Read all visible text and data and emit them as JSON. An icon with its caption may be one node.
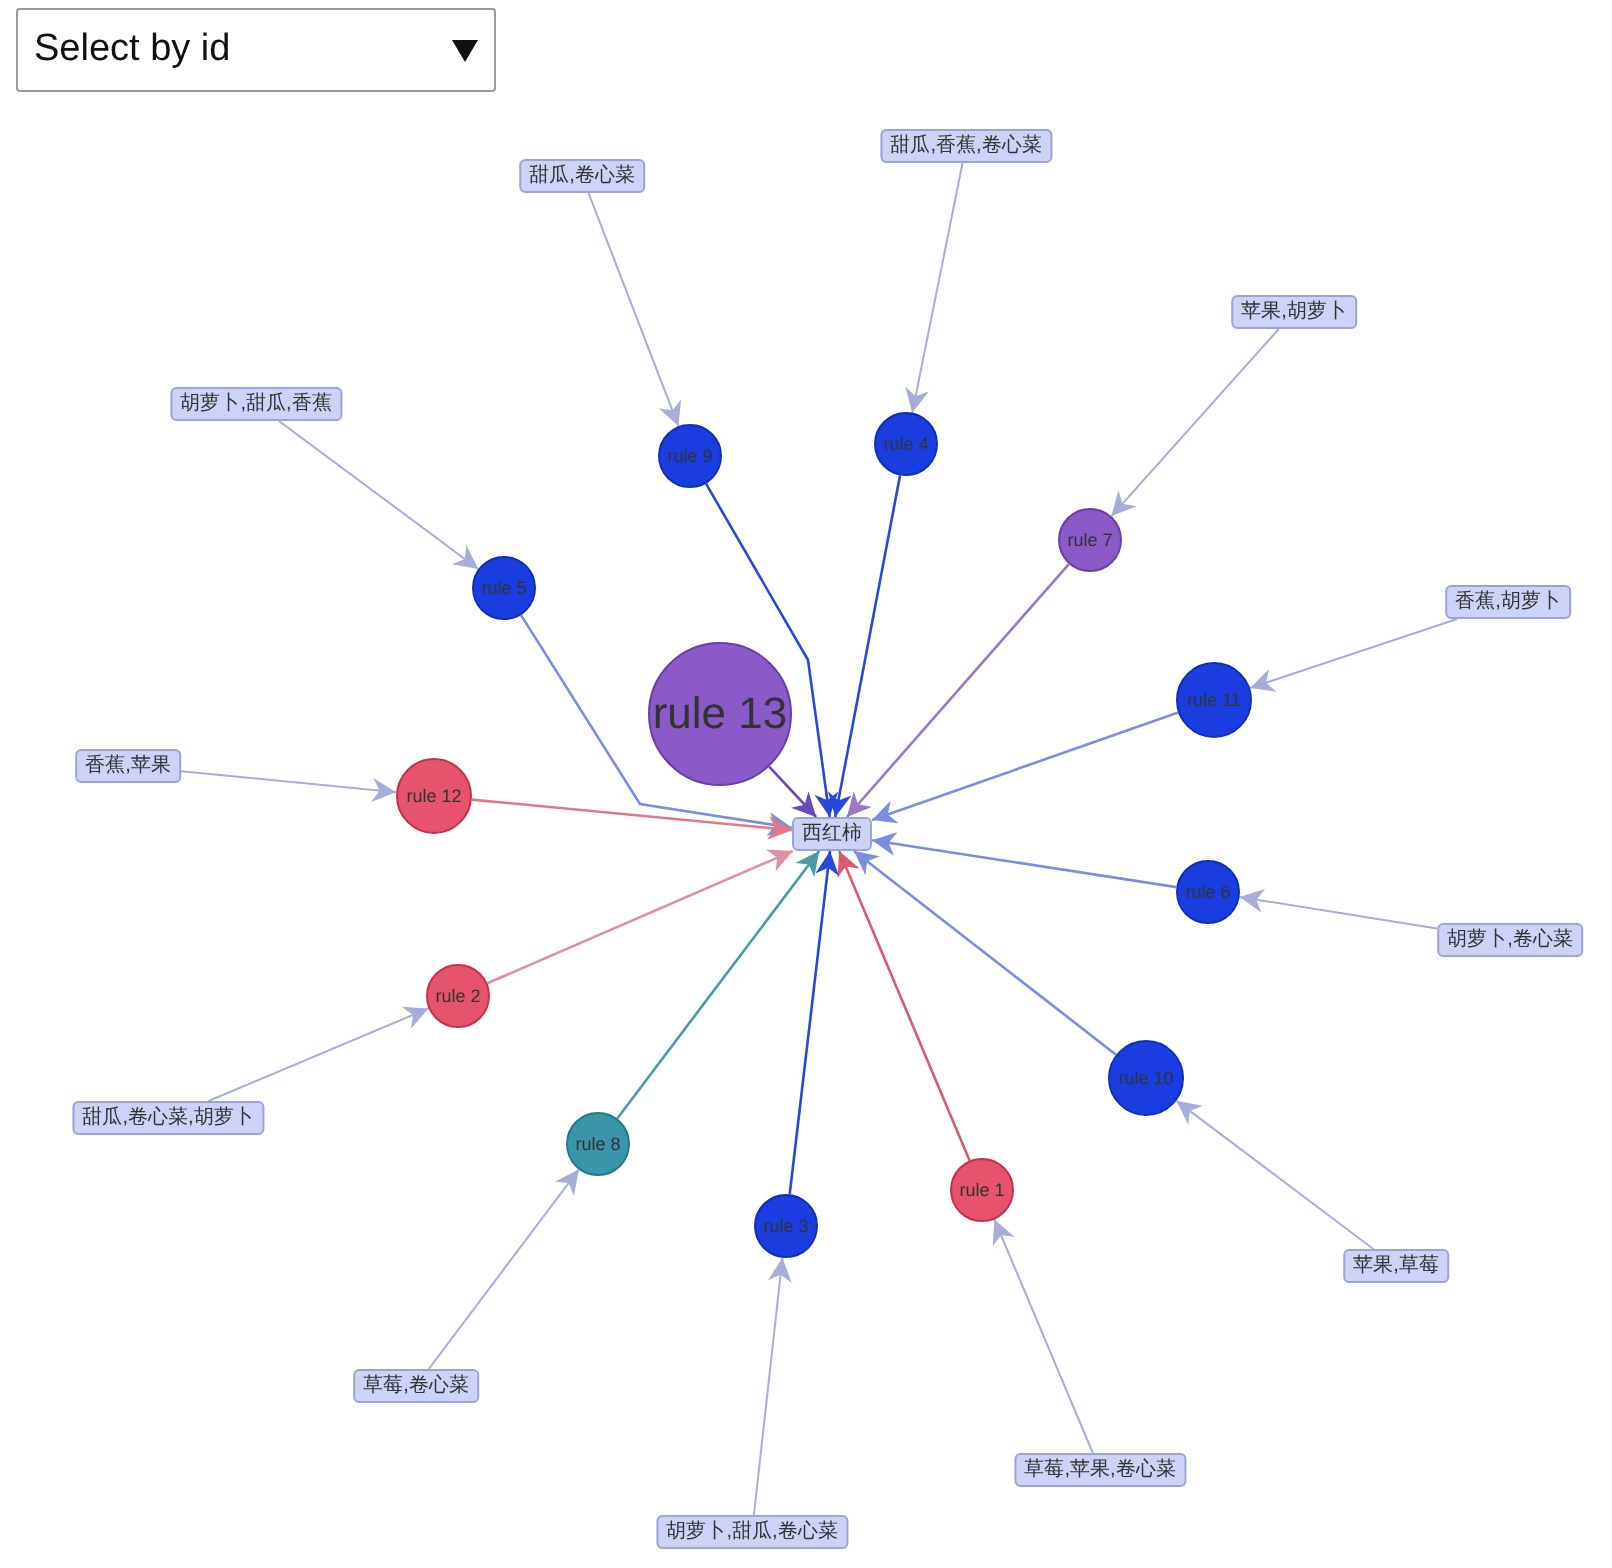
{
  "diagram": {
    "nodes": [
      {
        "text": [
          "甜瓜,香蕉,卷心菜"
        ]
      },
      {
        "text": [
          "甜瓜,卷心菜"
        ]
      },
      {
        "text": [
          "苹果,胡萝卜"
        ]
      },
      {
        "text": [
          "胡萝卜,甜瓜,香蕉"
        ]
      },
      {
        "text": [
          "rule 4"
        ]
      },
      {
        "text": [
          "rule 9"
        ]
      },
      {
        "text": [
          "rule 7"
        ]
      },
      {
        "text": [
          "rule 5"
        ]
      },
      {
        "text": [
          "香蕉,胡萝卜"
        ]
      },
      {
        "text": [
          "rule 11"
        ]
      },
      {
        "text": [
          "rule 13"
        ]
      },
      {
        "text": [
          "香蕉,苹果"
        ]
      },
      {
        "text": [
          "rule 12"
        ]
      },
      {
        "text": [
          "西红柿"
        ]
      },
      {
        "text": [
          "rule 6"
        ]
      },
      {
        "text": [
          "胡萝卜,卷心菜"
        ]
      },
      {
        "text": [
          "rule 2"
        ]
      },
      {
        "text": [
          "rule 10"
        ]
      },
      {
        "text": [
          "甜瓜,卷心菜,胡萝卜"
        ]
      },
      {
        "text": [
          "rule 8"
        ]
      },
      {
        "text": [
          "rule 1"
        ]
      },
      {
        "text": [
          "rule 3"
        ]
      },
      {
        "text": [
          "苹果,草莓"
        ]
      },
      {
        "text": [
          "草莓,卷心菜"
        ]
      },
      {
        "text": [
          "草莓,苹果,卷心菜"
        ]
      },
      {
        "text": [
          "胡萝卜,甜瓜,卷心菜"
        ]
      }
    ],
    "edges": [
      {
        "from": 0,
        "to": 4,
        "arrow": "to"
      },
      {
        "from": 1,
        "to": 5,
        "arrow": "to"
      },
      {
        "from": 2,
        "to": 6,
        "arrow": "to"
      },
      {
        "from": 3,
        "to": 7,
        "arrow": "to"
      },
      {
        "from": 8,
        "to": 9,
        "arrow": "to"
      },
      {
        "from": 11,
        "to": 12,
        "arrow": "to"
      },
      {
        "from": 15,
        "to": 14,
        "arrow": "to"
      },
      {
        "from": 18,
        "to": 16,
        "arrow": "to"
      },
      {
        "from": 22,
        "to": 17,
        "arrow": "to"
      },
      {
        "from": 23,
        "to": 19,
        "arrow": "to"
      },
      {
        "from": 24,
        "to": 20,
        "arrow": "to"
      },
      {
        "from": 25,
        "to": 21,
        "arrow": "to"
      },
      {
        "from": 4,
        "to": 13,
        "arrow": "to",
        "color": "#2a48d8"
      },
      {
        "from": 5,
        "to": 13,
        "arrow": "to",
        "color": "#2a48d8"
      },
      {
        "from": 6,
        "to": 13,
        "arrow": "to",
        "color": "#9a78c4"
      },
      {
        "from": 7,
        "to": 13,
        "arrow": "to",
        "color": "#7a8ee0"
      },
      {
        "from": 9,
        "to": 13,
        "arrow": "to",
        "color": "#7a8ee0"
      },
      {
        "from": 10,
        "to": 13,
        "arrow": "to",
        "color": "#6a48b8"
      },
      {
        "from": 12,
        "to": 13,
        "arrow": "to",
        "color": "#e0788a"
      },
      {
        "from": 14,
        "to": 13,
        "arrow": "to",
        "color": "#7a8ee0"
      },
      {
        "from": 16,
        "to": 13,
        "arrow": "to",
        "color": "#e0909c"
      },
      {
        "from": 17,
        "to": 13,
        "arrow": "to",
        "color": "#7a8ee0"
      },
      {
        "from": 19,
        "to": 13,
        "arrow": "to",
        "color": "#4a9aa8"
      },
      {
        "from": 20,
        "to": 13,
        "arrow": "to",
        "color": "#d85a70"
      },
      {
        "from": 21,
        "to": 13,
        "arrow": "to",
        "color": "#2a48d8"
      }
    ],
    "labels": [
      "Select by id"
    ]
  }
}
